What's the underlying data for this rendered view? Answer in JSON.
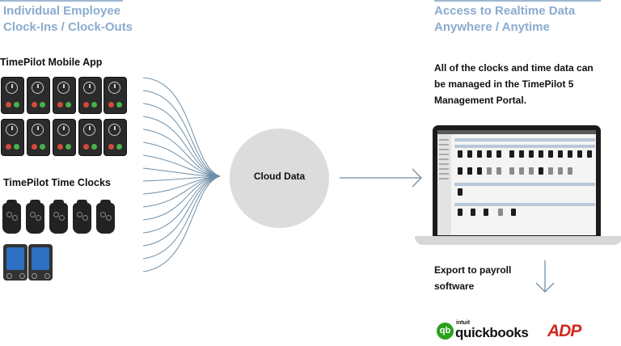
{
  "left_heading": {
    "line1": "Individual Employee",
    "line2": "Clock-Ins / Clock-Outs"
  },
  "right_heading": {
    "line1": "Access to Realtime Data",
    "line2": "Anywhere / Anytime"
  },
  "mobile_app_label": "TimePilot Mobile App",
  "time_clocks_label": "TimePilot Time Clocks",
  "cloud_label": "Cloud Data",
  "portal_description": {
    "line1": "All of the clocks and time data can",
    "line2": "be managed in the TimePilot 5",
    "line3": "Management Portal."
  },
  "export_label": {
    "line1": "Export to payroll",
    "line2": "software"
  },
  "logos": {
    "quickbooks": {
      "intuit": "intuit",
      "name": "quickbooks",
      "badge": "qb"
    },
    "adp": "ADP"
  },
  "colors": {
    "heading": "#8aaccf",
    "arrow": "#6f8fa8",
    "cloud": "#dcdcdc",
    "quickbooks_green": "#2ca01c",
    "adp_red": "#d0271d"
  },
  "icons": [
    "phone-clock-icon",
    "time-clock-device-icon",
    "kiosk-clock-icon",
    "arrow-right-icon",
    "arrow-down-icon",
    "laptop-icon",
    "quickbooks-logo",
    "adp-logo"
  ]
}
